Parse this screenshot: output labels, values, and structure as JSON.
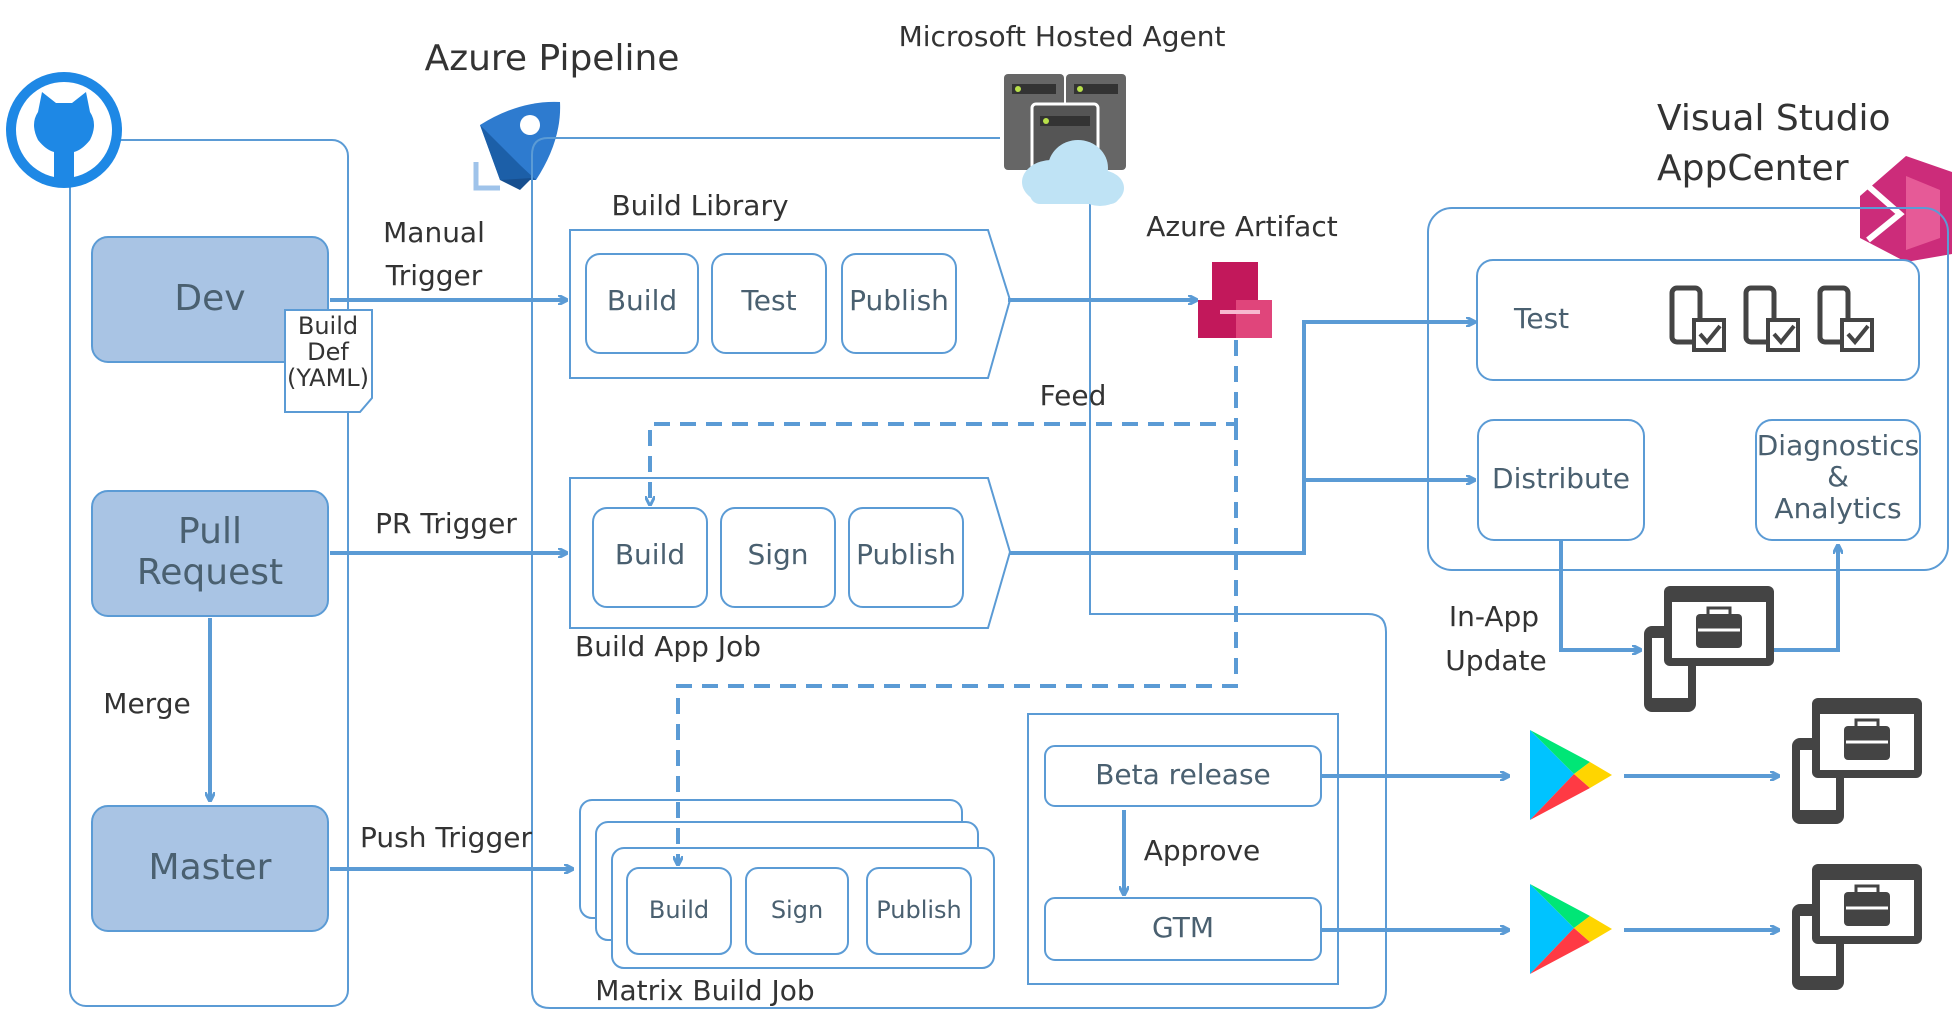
{
  "title": "Azure Pipeline",
  "hosted_agent": "Microsoft Hosted Agent",
  "artifact": "Azure Artifact",
  "appcenter": {
    "title_line1": "Visual Studio",
    "title_line2": "AppCenter",
    "test": "Test",
    "distribute": "Distribute",
    "diagnostics_line1": "Diagnostics",
    "diagnostics_line2": "&",
    "diagnostics_line3": "Analytics"
  },
  "github": {
    "dev": "Dev",
    "pull_request_line1": "Pull",
    "pull_request_line2": "Request",
    "master": "Master",
    "merge": "Merge",
    "build_def_line1": "Build",
    "build_def_line2": "Def",
    "build_def_line3": "(YAML)"
  },
  "triggers": {
    "manual_line1": "Manual",
    "manual_line2": "Trigger",
    "pr": "PR Trigger",
    "push": "Push Trigger"
  },
  "build_library": {
    "title": "Build Library",
    "steps": [
      "Build",
      "Test",
      "Publish"
    ]
  },
  "build_app_job": {
    "title": "Build App Job",
    "steps": [
      "Build",
      "Sign",
      "Publish"
    ]
  },
  "matrix_build_job": {
    "title": "Matrix Build Job",
    "steps": [
      "Build",
      "Sign",
      "Publish"
    ]
  },
  "feed": "Feed",
  "release": {
    "beta": "Beta release",
    "approve": "Approve",
    "gtm": "GTM"
  },
  "in_app_update_line1": "In-App",
  "in_app_update_line2": "Update",
  "colors": {
    "line": "#5b9bd5",
    "node_fill": "#a9c4e4",
    "github_blue": "#1e88e5",
    "artifact_pink": "#e0457b",
    "appcenter_magenta": "#cc2c7a"
  }
}
